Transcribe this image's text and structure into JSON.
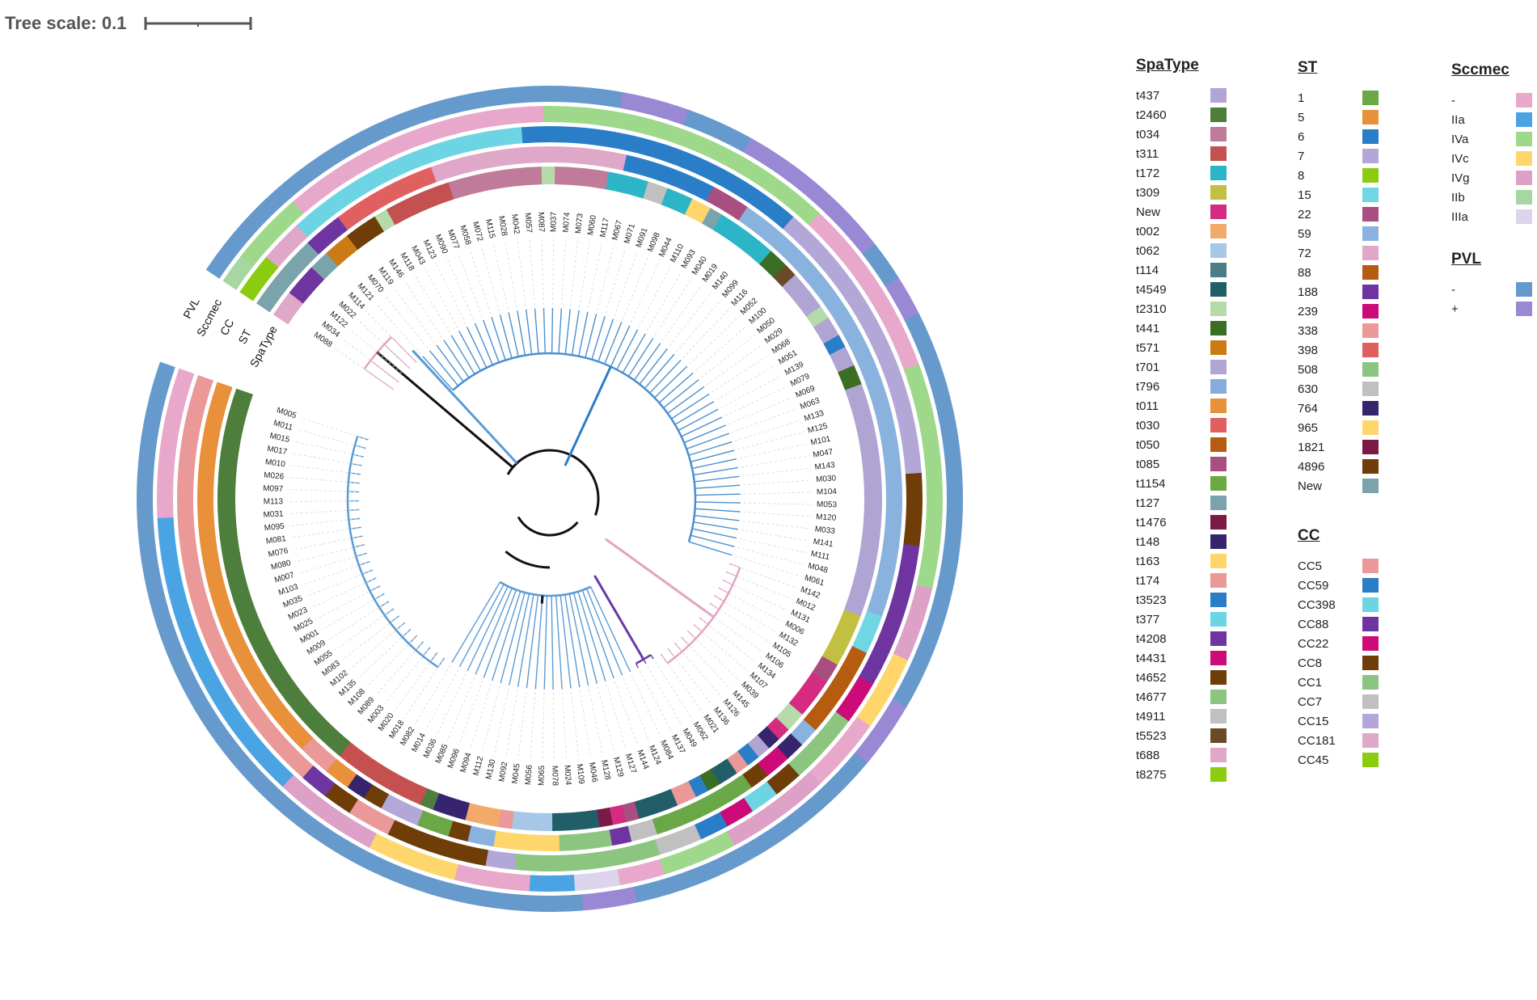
{
  "scale": {
    "label": "Tree scale: 0.1"
  },
  "ring_labels": [
    "PVL",
    "Sccmec",
    "CC",
    "ST",
    "SpaType"
  ],
  "leaves": [
    "M088",
    "M034",
    "M122",
    "M022",
    "M114",
    "M121",
    "M070",
    "M119",
    "M146",
    "M118",
    "M043",
    "M123",
    "M090",
    "M077",
    "M058",
    "M072",
    "M115",
    "M028",
    "M042",
    "M057",
    "M087",
    "M037",
    "M074",
    "M073",
    "M060",
    "M117",
    "M067",
    "M071",
    "M091",
    "M098",
    "M044",
    "M110",
    "M093",
    "M040",
    "M019",
    "M140",
    "M099",
    "M116",
    "M052",
    "M100",
    "M050",
    "M029",
    "M068",
    "M051",
    "M139",
    "M079",
    "M069",
    "M063",
    "M133",
    "M125",
    "M101",
    "M047",
    "M143",
    "M030",
    "M104",
    "M053",
    "M120",
    "M033",
    "M141",
    "M111",
    "M048",
    "M061",
    "M142",
    "M012",
    "M131",
    "M006",
    "M132",
    "M105",
    "M106",
    "M134",
    "M107",
    "M039",
    "M145",
    "M126",
    "M136",
    "M021",
    "M062",
    "M049",
    "M137",
    "M084",
    "M124",
    "M144",
    "M127",
    "M129",
    "M128",
    "M046",
    "M109",
    "M024",
    "M078",
    "M065",
    "M056",
    "M045",
    "M092",
    "M130",
    "M112",
    "M094",
    "M096",
    "M085",
    "M036",
    "M014",
    "M082",
    "M018",
    "M020",
    "M003",
    "M089",
    "M108",
    "M135",
    "M102",
    "M083",
    "M055",
    "M009",
    "M001",
    "M025",
    "M023",
    "M035",
    "M103",
    "M007",
    "M080",
    "M076",
    "M081",
    "M095",
    "M031",
    "M113",
    "M097",
    "M026",
    "M010",
    "M017",
    "M015",
    "M011",
    "M005"
  ],
  "colors": {
    "spatype": {
      "t437": "#b3a4d6",
      "t2460": "#4e7e3b",
      "t034": "#c07a9a",
      "t311": "#c45050",
      "t172": "#2bb5c7",
      "t309": "#c2c040",
      "New": "#d52c82",
      "t002": "#f3a96a",
      "t062": "#a6c7e8",
      "t114": "#4a7d84",
      "t4549": "#215e68",
      "t2310": "#b5dbaa",
      "t441": "#3a6e25",
      "t571": "#cc7a15",
      "t701": "#b0a4d3",
      "t796": "#86acdc",
      "t011": "#e8903a",
      "t030": "#e06060",
      "t050": "#b55c10",
      "t085": "#a84e80",
      "t1154": "#6aa840",
      "t127": "#7aa3ac",
      "t1476": "#7a1a45",
      "t148": "#36256e",
      "t163": "#ffd66c",
      "t174": "#ea9898",
      "t3523": "#2a7ec8",
      "t377": "#6dd4e4",
      "t4208": "#6e35a0",
      "t4431": "#cc0a78",
      "t4652": "#6e3d08",
      "t4677": "#8bc580",
      "t4911": "#c0c0c0",
      "t5523": "#6b4a2a",
      "t688": "#dfa8c8",
      "t8275": "#8ccc10"
    },
    "st": {
      "1": "#6aa847",
      "5": "#e8903a",
      "6": "#2a7ec8",
      "7": "#b3a7d8",
      "8": "#8ccc10",
      "15": "#70d6e4",
      "22": "#a84e80",
      "59": "#8ab2de",
      "72": "#dfa8c8",
      "88": "#b55c10",
      "188": "#6e35a0",
      "239": "#cc0a78",
      "338": "#ea9898",
      "398": "#e06060",
      "508": "#8bc580",
      "630": "#c0c0c0",
      "764": "#36256e",
      "965": "#ffd66c",
      "1821": "#7a1a45",
      "4896": "#6e3d08",
      "New": "#7aa3ac"
    },
    "cc": {
      "CC5": "#ea9898",
      "CC59": "#2a7ec8",
      "CC398": "#6dd4e4",
      "CC88": "#6e35a0",
      "CC22": "#cc0a78",
      "CC8": "#6e3d08",
      "CC1": "#8bc580",
      "CC7": "#c0c0c0",
      "CC15": "#b3a7d8",
      "CC181": "#dfa8c8",
      "CC45": "#8ccc10"
    },
    "sccmec": {
      "-": "#e8a8cc",
      "IIa": "#4aa4e4",
      "IVa": "#9ed88a",
      "IVc": "#ffd66c",
      "IVg": "#dda0c6",
      "IIb": "#a6d7a0",
      "IIIa": "#dcd4ec"
    },
    "pvl": {
      "-": "#6699cc",
      "+": "#9988d4"
    }
  },
  "legend_titles": {
    "spatype": "SpaType",
    "st": "ST",
    "cc": "CC",
    "sccmec": "Sccmec",
    "pvl": "PVL"
  },
  "ring_bands": {
    "spatype": [
      [
        "t688",
        4
      ],
      [
        "t4208",
        5
      ],
      [
        "t127",
        3
      ],
      [
        "t571",
        4
      ],
      [
        "t4652",
        5
      ],
      [
        "t2310",
        2
      ],
      [
        "t311",
        10
      ],
      [
        "t034",
        14
      ],
      [
        "t2310",
        2
      ],
      [
        "t034",
        8
      ],
      [
        "t172",
        6
      ],
      [
        "t4911",
        3
      ],
      [
        "t172",
        4
      ],
      [
        "t163",
        3
      ],
      [
        "t127",
        2
      ],
      [
        "t172",
        9
      ],
      [
        "t441",
        3
      ],
      [
        "t5523",
        2
      ],
      [
        "t701",
        6
      ],
      [
        "t2310",
        2
      ],
      [
        "t701",
        3
      ],
      [
        "t3523",
        2
      ],
      [
        "t701",
        3
      ],
      [
        "t441",
        3
      ],
      [
        "t701",
        35
      ],
      [
        "t309",
        8
      ],
      [
        "t085",
        3
      ],
      [
        "New",
        6
      ],
      [
        "t2310",
        3
      ],
      [
        "New",
        2
      ],
      [
        "t148",
        2
      ],
      [
        "t701",
        2
      ],
      [
        "t3523",
        2
      ],
      [
        "t174",
        2
      ],
      [
        "t4549",
        3
      ],
      [
        "t441",
        2
      ],
      [
        "t3523",
        2
      ],
      [
        "t174",
        3
      ],
      [
        "t4549",
        6
      ],
      [
        "t085",
        2
      ],
      [
        "New",
        2
      ],
      [
        "t1476",
        2
      ],
      [
        "t4549",
        7
      ],
      [
        "t062",
        6
      ],
      [
        "t174",
        2
      ],
      [
        "t002",
        5
      ],
      [
        "t148",
        5
      ],
      [
        "t2460",
        2
      ],
      [
        "t311",
        14
      ],
      [
        "t2460",
        60
      ]
    ],
    "st": [
      [
        "New",
        12
      ],
      [
        "188",
        6
      ],
      [
        "398",
        16
      ],
      [
        "72",
        30
      ],
      [
        "6",
        14
      ],
      [
        "22",
        6
      ],
      [
        "59",
        70
      ],
      [
        "15",
        6
      ],
      [
        "88",
        14
      ],
      [
        "59",
        3
      ],
      [
        "764",
        3
      ],
      [
        "239",
        4
      ],
      [
        "4896",
        3
      ],
      [
        "1",
        16
      ],
      [
        "630",
        4
      ],
      [
        "188",
        3
      ],
      [
        "508",
        8
      ],
      [
        "965",
        10
      ],
      [
        "59",
        4
      ],
      [
        "4896",
        3
      ],
      [
        "1",
        5
      ],
      [
        "7",
        6
      ],
      [
        "4896",
        3
      ],
      [
        "764",
        3
      ],
      [
        "5",
        4
      ],
      [
        "338",
        5
      ],
      [
        "5",
        60
      ]
    ],
    "cc": [
      [
        "CC45",
        6
      ],
      [
        "CC181",
        6
      ],
      [
        "CC398",
        34
      ],
      [
        "CC59",
        40
      ],
      [
        "CC15",
        40
      ],
      [
        "CC8",
        10
      ],
      [
        "CC88",
        20
      ],
      [
        "CC22",
        6
      ],
      [
        "CC1",
        10
      ],
      [
        "CC8",
        4
      ],
      [
        "CC398",
        4
      ],
      [
        "CC22",
        4
      ],
      [
        "CC59",
        4
      ],
      [
        "CC7",
        6
      ],
      [
        "CC1",
        20
      ],
      [
        "CC15",
        4
      ],
      [
        "CC8",
        14
      ],
      [
        "CC5",
        6
      ],
      [
        "CC8",
        4
      ],
      [
        "CC88",
        4
      ],
      [
        "CC5",
        60
      ]
    ],
    "sccmec": [
      [
        "IIb",
        4
      ],
      [
        "IVa",
        10
      ],
      [
        "-",
        36
      ],
      [
        "IVa",
        40
      ],
      [
        "-",
        24
      ],
      [
        "IVa",
        30
      ],
      [
        "IVg",
        10
      ],
      [
        "IVc",
        10
      ],
      [
        "-",
        10
      ],
      [
        "IVg",
        14
      ],
      [
        "IVa",
        10
      ],
      [
        "-",
        6
      ],
      [
        "IIIa",
        6
      ],
      [
        "IIa",
        6
      ],
      [
        "-",
        10
      ],
      [
        "IVc",
        12
      ],
      [
        "IVg",
        14
      ],
      [
        "IIa",
        40
      ],
      [
        "-",
        20
      ]
    ],
    "pvl": [
      [
        "-",
        70
      ],
      [
        "+",
        10
      ],
      [
        "-",
        10
      ],
      [
        "+",
        24
      ],
      [
        "-",
        6
      ],
      [
        "+",
        6
      ],
      [
        "-",
        60
      ],
      [
        "+",
        10
      ],
      [
        "-",
        40
      ],
      [
        "+",
        8
      ],
      [
        "-",
        120
      ]
    ]
  }
}
